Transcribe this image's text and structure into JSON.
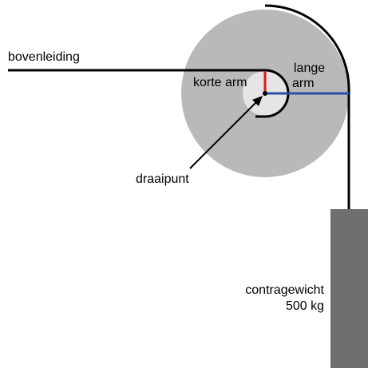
{
  "labels": {
    "bovenleiding": "bovenleiding",
    "lange_arm_line1": "lange",
    "lange_arm_line2": "arm",
    "korte_arm": "korte arm",
    "draaipunt": "draaipunt",
    "contragewicht": "contragewicht",
    "gewicht": "500 kg"
  },
  "colors": {
    "large_wheel": "#b9b9b9",
    "small_wheel": "#e5e5e5",
    "cable": "#000000",
    "short_arm": "#e01a1a",
    "long_arm": "#2a4ea8",
    "counterweight": "#6f6f6f",
    "pivot": "#000000"
  }
}
